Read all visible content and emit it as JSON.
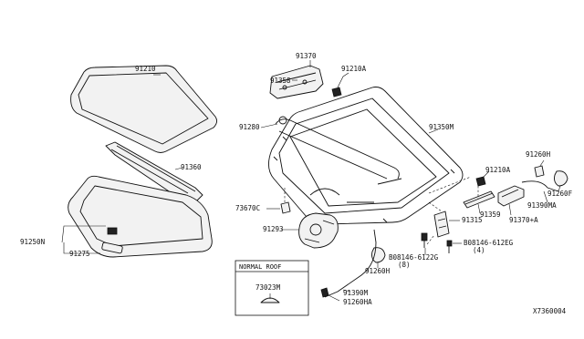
{
  "diagram_id": "X7360004",
  "inset_title": "NORMAL ROOF",
  "labels": {
    "p91210": "91210",
    "p91370": "91370",
    "p91358": "91358",
    "p91210a_top": "91210A",
    "p91280": "91280",
    "p91350m": "91350M",
    "p91360": "91360",
    "p91260h_right": "91260H",
    "p91210a_mid": "91210A",
    "p73670c": "73670C",
    "p91250n": "91250N",
    "p91275": "91275",
    "p91293": "91293",
    "p91315": "91315",
    "p91359": "91359",
    "p91370a": "91370+A",
    "p91390ma": "91390MA",
    "p91260f": "91260F",
    "p08146_612eg": "B08146-612EG",
    "p08146_612eg_qty": "(4)",
    "p08146_6122g": "B08146-6122G",
    "p08146_6122g_qty": "(8)",
    "p91260h_bottom": "91260H",
    "p91390m": "91390M",
    "p91260ha": "91260HA",
    "p73023m": "73023M"
  }
}
